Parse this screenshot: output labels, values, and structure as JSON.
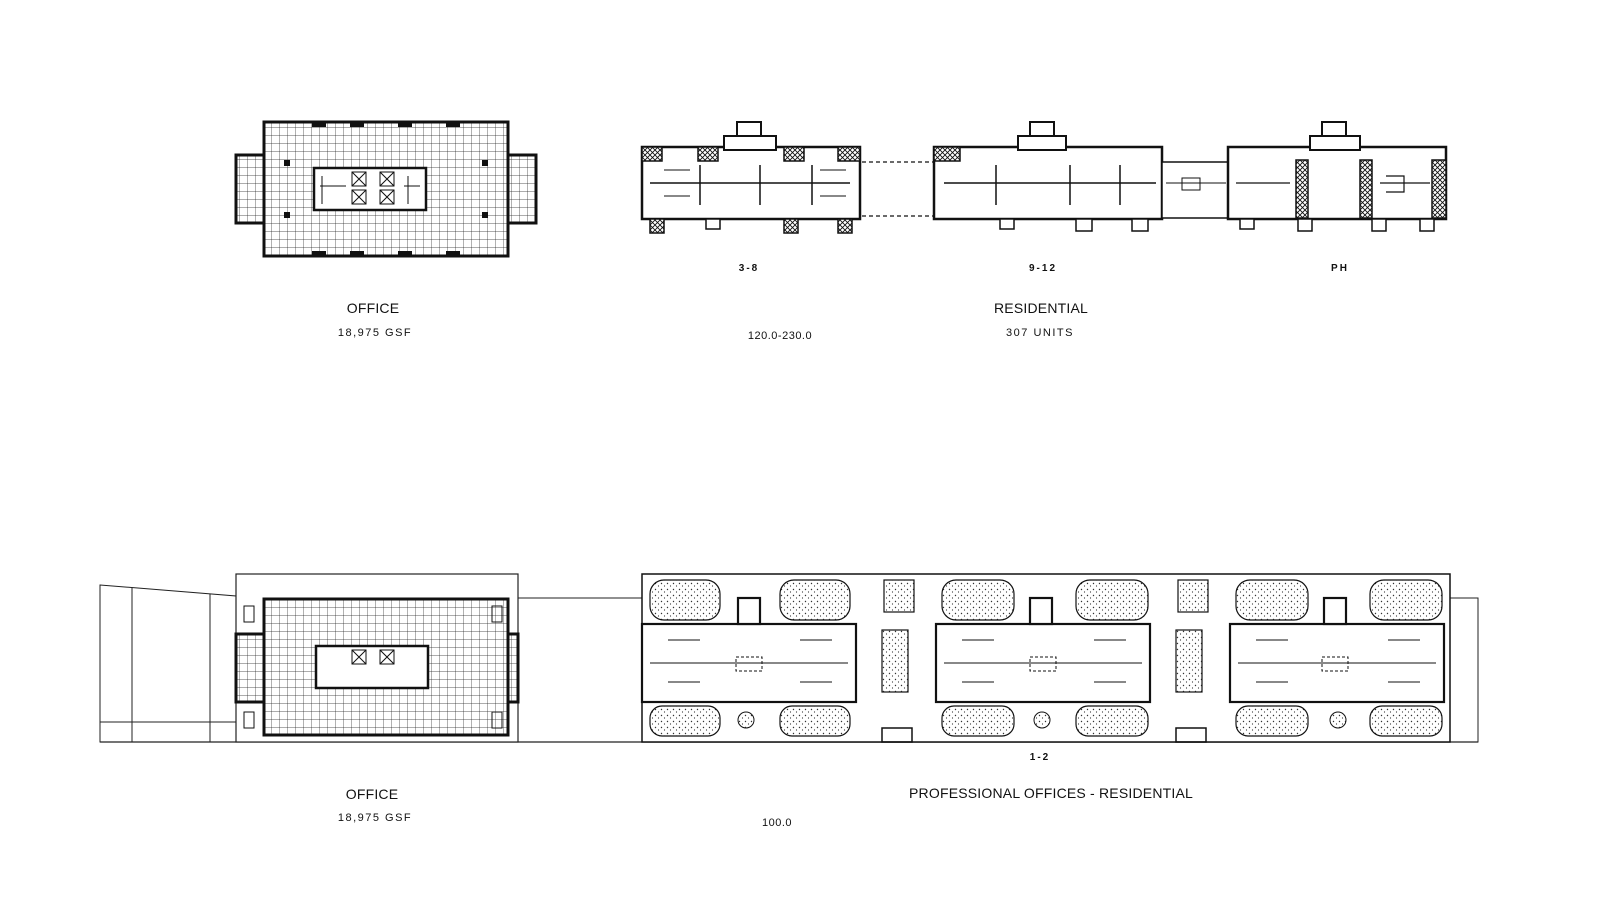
{
  "top": {
    "office": {
      "title": "OFFICE",
      "area": "18,975 GSF"
    },
    "residential": {
      "title": "RESIDENTIAL",
      "units": "307 UNITS",
      "elevation": "120.0-230.0",
      "floors": [
        "3-8",
        "9-12",
        "PH"
      ]
    }
  },
  "bottom": {
    "office": {
      "title": "OFFICE",
      "area": "18,975 GSF"
    },
    "mixed": {
      "title": "PROFESSIONAL OFFICES - RESIDENTIAL",
      "floor": "1-2",
      "elevation": "100.0"
    }
  }
}
